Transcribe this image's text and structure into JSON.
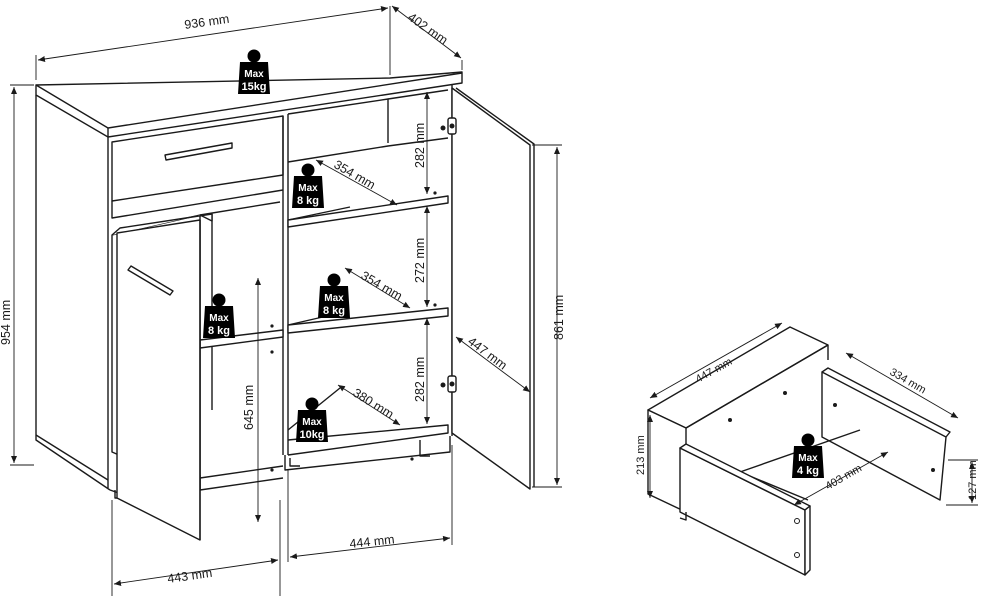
{
  "dimensions": {
    "cabinet_width": "936 mm",
    "cabinet_depth": "402 mm",
    "cabinet_height": "954 mm",
    "door_height": "861 mm",
    "left_bay_width": "443 mm",
    "right_bay_width": "444 mm",
    "left_bay_height": "645 mm",
    "door_width": "447 mm",
    "shelf_top_height": "282 mm",
    "shelf_mid_height": "272 mm",
    "shelf_bottom_height": "282 mm",
    "shelf_top_depth": "354 mm",
    "shelf_mid_depth": "354 mm",
    "shelf_bottom_depth": "380 mm",
    "drawer_width": "447 mm",
    "drawer_depth": "334 mm",
    "drawer_height": "213 mm",
    "drawer_inner_height": "127 mm",
    "drawer_inner_width": "403 mm"
  },
  "loads": {
    "label": "Max",
    "top": "15kg",
    "shelf_top": "8 kg",
    "shelf_mid": "8 kg",
    "shelf_left": "8 kg",
    "shelf_bottom": "10kg",
    "drawer": "4 kg"
  }
}
